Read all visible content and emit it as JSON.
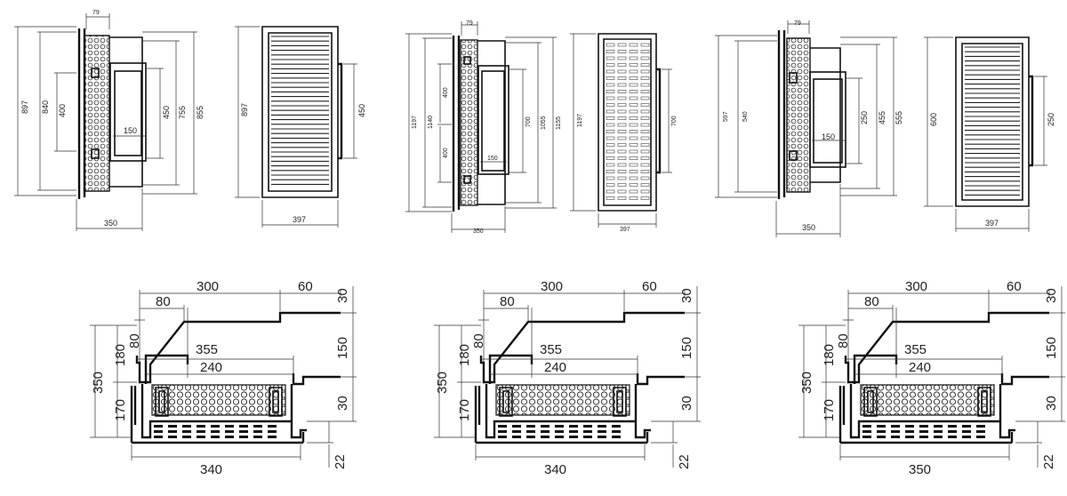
{
  "top_row": [
    {
      "section": {
        "width": "79",
        "height_outer": "897",
        "height_inner": "840",
        "opening": "400",
        "grille": "450",
        "frame": "755",
        "overall": "855",
        "lip": "150",
        "depth": "350"
      },
      "face": {
        "height": "897",
        "width": "397",
        "collar": "450"
      }
    },
    {
      "section": {
        "width": "79",
        "height_outer": "1197",
        "height_inner": "1140",
        "opening_upper": "400",
        "opening_lower": "400",
        "grille": "700",
        "frame": "1055",
        "overall": "1155",
        "lip": "150",
        "depth": "350"
      },
      "face": {
        "height": "1197",
        "width": "397",
        "collar": "700"
      }
    },
    {
      "section": {
        "width": "79",
        "height_outer": "597",
        "height_inner": "540",
        "grille": "250",
        "frame": "455",
        "overall": "555",
        "lip": "150",
        "depth": "350"
      },
      "face": {
        "height": "600",
        "width": "397",
        "collar": "250"
      }
    }
  ],
  "bottom_row": [
    {
      "top": "300",
      "step": "60",
      "chamfer": "80",
      "chamfer_height": "80",
      "inner": "355",
      "filter": "240",
      "total": "350",
      "upper": "180",
      "lower": "170",
      "rise": "30",
      "mid": "150",
      "sill": "30",
      "base": "22",
      "width": "340"
    },
    {
      "top": "300",
      "step": "60",
      "chamfer": "80",
      "chamfer_height": "80",
      "inner": "355",
      "filter": "240",
      "total": "350",
      "upper": "180",
      "lower": "170",
      "rise": "30",
      "mid": "150",
      "sill": "30",
      "base": "22",
      "width": "340"
    },
    {
      "top": "300",
      "step": "60",
      "chamfer": "80",
      "chamfer_height": "80",
      "inner": "355",
      "filter": "240",
      "total": "350",
      "upper": "180",
      "lower": "170",
      "rise": "30",
      "mid": "150",
      "sill": "30",
      "base": "22",
      "width": "350"
    }
  ]
}
